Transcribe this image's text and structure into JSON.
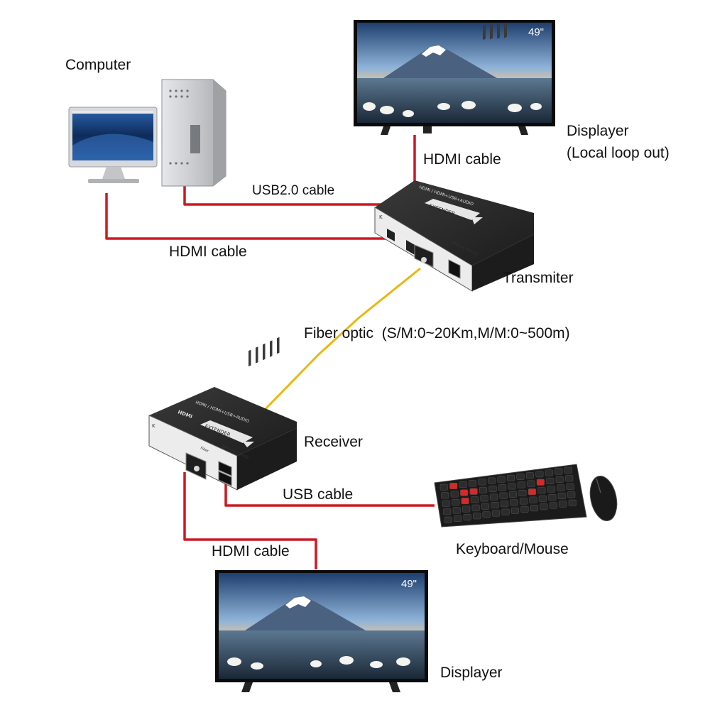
{
  "labels": {
    "computer": "Computer",
    "displayer_top": "Displayer",
    "displayer_top_sub": "(Local loop out)",
    "hdmi_cable_top": "HDMI cable",
    "usb20_cable": "USB2.0 cable",
    "hdmi_cable_left": "HDMI cable",
    "transmitter": "Transmiter",
    "fiber_optic": "Fiber optic  (S/M:0~20Km,M/M:0~500m)",
    "receiver": "Receiver",
    "usb_cable": "USB cable",
    "hdmi_cable_bottom": "HDMI cable",
    "keyboard_mouse": "Keyboard/Mouse",
    "displayer_bottom": "Displayer"
  },
  "tv": {
    "size_badge": "49\""
  },
  "device": {
    "top_text": "HDMI / HDMI+USB+AUDIO",
    "logo_text": "HDMI",
    "extender_text": "EXTENDER",
    "optical_text": "OPTICAL DEVICE",
    "fiber_port_text": "Fiber",
    "brand_text": "K"
  },
  "colors": {
    "cable": "#cc1a24",
    "fiber": "#e8b817",
    "device_body": "#2b2b2b",
    "device_front": "#f1f1f1",
    "key_red": "#d42a2a"
  }
}
